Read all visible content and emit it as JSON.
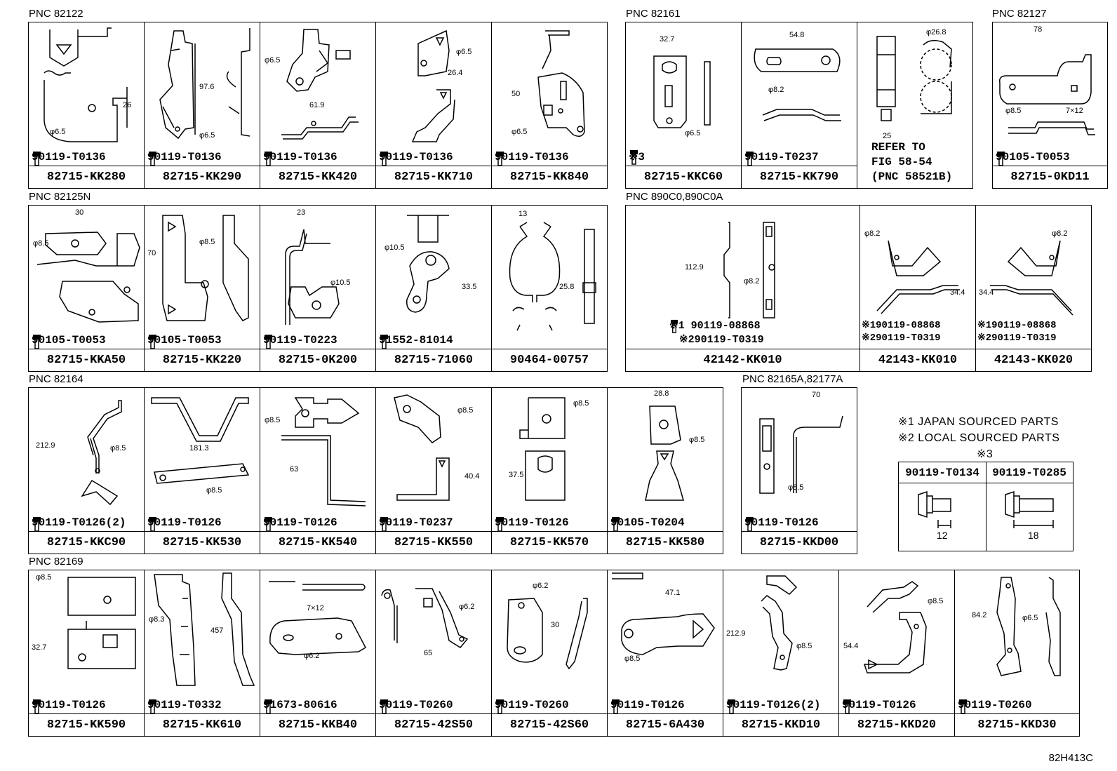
{
  "sections": {
    "s82122": "PNC 82122",
    "s82161": "PNC 82161",
    "s82127": "PNC 82127",
    "s82125n": "PNC 82125N",
    "s890c0": "PNC 890C0,890C0A",
    "s82164": "PNC 82164",
    "s82165": "PNC 82165A,82177A",
    "s82169": "PNC 82169"
  },
  "cells": [
    {
      "part": "82715-KK280",
      "bolt": "90119-T0136",
      "dims": [
        "26",
        "φ6.5"
      ]
    },
    {
      "part": "82715-KK290",
      "bolt": "90119-T0136",
      "dims": [
        "97.6",
        "φ6.5"
      ]
    },
    {
      "part": "82715-KK420",
      "bolt": "90119-T0136",
      "dims": [
        "φ6.5",
        "61.9"
      ]
    },
    {
      "part": "82715-KK710",
      "bolt": "90119-T0136",
      "dims": [
        "φ6.5",
        "26.4"
      ]
    },
    {
      "part": "82715-KK840",
      "bolt": "90119-T0136",
      "dims": [
        "50",
        "φ6.5"
      ]
    },
    {
      "part": "82715-KKC60",
      "bolt": "※3",
      "dims": [
        "32.7",
        "φ6.5"
      ]
    },
    {
      "part": "82715-KK790",
      "bolt": "90119-T0237",
      "dims": [
        "54.8",
        "φ8.2"
      ]
    },
    {
      "part": "",
      "bolt": "",
      "dims": [
        "φ26.8",
        "25"
      ]
    },
    {
      "part": "82715-0KD11",
      "bolt": "90105-T0053",
      "dims": [
        "78",
        "φ8.5",
        "7×12"
      ]
    },
    {
      "part": "82715-KKA50",
      "bolt": "90105-T0053",
      "dims": [
        "30",
        "φ8.5"
      ]
    },
    {
      "part": "82715-KK220",
      "bolt": "90105-T0053",
      "dims": [
        "70",
        "φ8.5"
      ]
    },
    {
      "part": "82715-0K200",
      "bolt": "90119-T0223",
      "dims": [
        "23",
        "φ10.5"
      ]
    },
    {
      "part": "82715-71060",
      "bolt": "91552-81014",
      "dims": [
        "φ10.5",
        "33.5"
      ]
    },
    {
      "part": "90464-00757",
      "bolt": "",
      "dims": [
        "13",
        "25.8"
      ]
    },
    {
      "part": "42142-KK010",
      "bolt": "",
      "dims": [
        "112.9",
        "φ8.2"
      ]
    },
    {
      "part": "42143-KK010",
      "bolt": "",
      "dims": [
        "φ8.2",
        "34.4"
      ]
    },
    {
      "part": "42143-KK020",
      "bolt": "",
      "dims": [
        "φ8.2",
        "34.4"
      ]
    },
    {
      "part": "82715-KKC90",
      "bolt": "90119-T0126(2)",
      "dims": [
        "212.9",
        "φ8.5"
      ]
    },
    {
      "part": "82715-KK530",
      "bolt": "90119-T0126",
      "dims": [
        "181.3",
        "φ8.5"
      ]
    },
    {
      "part": "82715-KK540",
      "bolt": "90119-T0126",
      "dims": [
        "φ8.5",
        "63"
      ]
    },
    {
      "part": "82715-KK550",
      "bolt": "90119-T0237",
      "dims": [
        "φ8.5",
        "40.4"
      ]
    },
    {
      "part": "82715-KK570",
      "bolt": "90119-T0126",
      "dims": [
        "φ8.5",
        "37.5"
      ]
    },
    {
      "part": "82715-KK580",
      "bolt": "90105-T0204",
      "dims": [
        "28.8",
        "φ8.5"
      ]
    },
    {
      "part": "82715-KKD00",
      "bolt": "90119-T0126",
      "dims": [
        "70",
        "φ8.5"
      ]
    },
    {
      "part": "82715-KK590",
      "bolt": "90119-T0126",
      "dims": [
        "φ8.5",
        "32.7"
      ]
    },
    {
      "part": "82715-KK610",
      "bolt": "90119-T0332",
      "dims": [
        "φ8.3",
        "457"
      ]
    },
    {
      "part": "82715-KKB40",
      "bolt": "91673-80616",
      "dims": [
        "7×12",
        "φ6.2"
      ]
    },
    {
      "part": "82715-42S50",
      "bolt": "90119-T0260",
      "dims": [
        "φ6.2",
        "65"
      ]
    },
    {
      "part": "82715-42S60",
      "bolt": "90119-T0260",
      "dims": [
        "φ6.2",
        "30"
      ]
    },
    {
      "part": "82715-6A430",
      "bolt": "90119-T0126",
      "dims": [
        "47.1",
        "φ8.5"
      ]
    },
    {
      "part": "82715-KKD10",
      "bolt": "90119-T0126(2)",
      "dims": [
        "212.9",
        "φ8.5"
      ]
    },
    {
      "part": "82715-KKD20",
      "bolt": "90119-T0126",
      "dims": [
        "φ8.5",
        "54.4"
      ]
    },
    {
      "part": "82715-KKD30",
      "bolt": "90119-T0260",
      "dims": [
        "84.2",
        "φ6.5"
      ]
    }
  ],
  "refer": {
    "l1": "REFER TO",
    "l2": "FIG 58-54",
    "l3": "(PNC 58521B)"
  },
  "clips": {
    "c1": {
      "m1": "※1",
      "b1": "90119-08868",
      "m2": "※2",
      "b2": "90119-T0319"
    },
    "c2": {
      "l1": "※190119-08868",
      "l2": "※290119-T0319"
    },
    "c3": {
      "l1": "※190119-08868",
      "l2": "※290119-T0319"
    }
  },
  "notes": {
    "n1": "※1 JAPAN SOURCED PARTS",
    "n2": "※2 LOCAL SOURCED PARTS",
    "n3": "※3"
  },
  "bolt_table": {
    "h1": "90119-T0134",
    "h2": "90119-T0285",
    "d1": "12",
    "d2": "18"
  },
  "code": "82H413C"
}
